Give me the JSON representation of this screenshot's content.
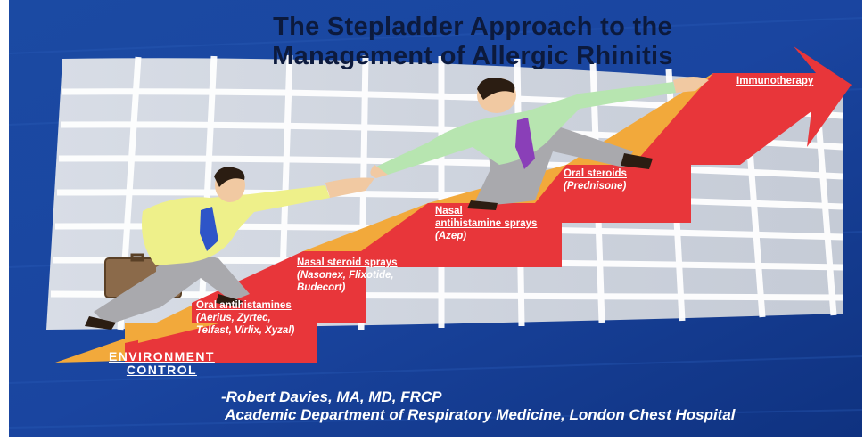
{
  "title": {
    "line1": "The Stepladder Approach to the",
    "line2": "Management of Allergic Rhinitis"
  },
  "steps": [
    {
      "name": "ENVIRONMENT",
      "name2": "CONTROL"
    },
    {
      "name": "Oral antihistamines",
      "detail1": "(Aerius, Zyrtec,",
      "detail2": "Telfast, Virlix, Xyzal)"
    },
    {
      "name": "Nasal steroid sprays",
      "detail1": "(Nasonex, Flixotide,",
      "detail2": "Budecort)"
    },
    {
      "name": "Nasal",
      "name2": "antihistamine sprays",
      "detail1": "(Azep)"
    },
    {
      "name": "Oral steroids",
      "detail1": "(Prednisone)"
    },
    {
      "name": "Immunotherapy"
    }
  ],
  "credit": {
    "line1": "-Robert Davies, MA, MD, FRCP",
    "line2": " Academic Department of Respiratory Medicine, London Chest Hospital"
  },
  "colors": {
    "background": "#123a8a",
    "arrow": "#e8363a",
    "step_top": "#f2a93b",
    "title": "#0c1a3d",
    "text": "#ffffff"
  }
}
